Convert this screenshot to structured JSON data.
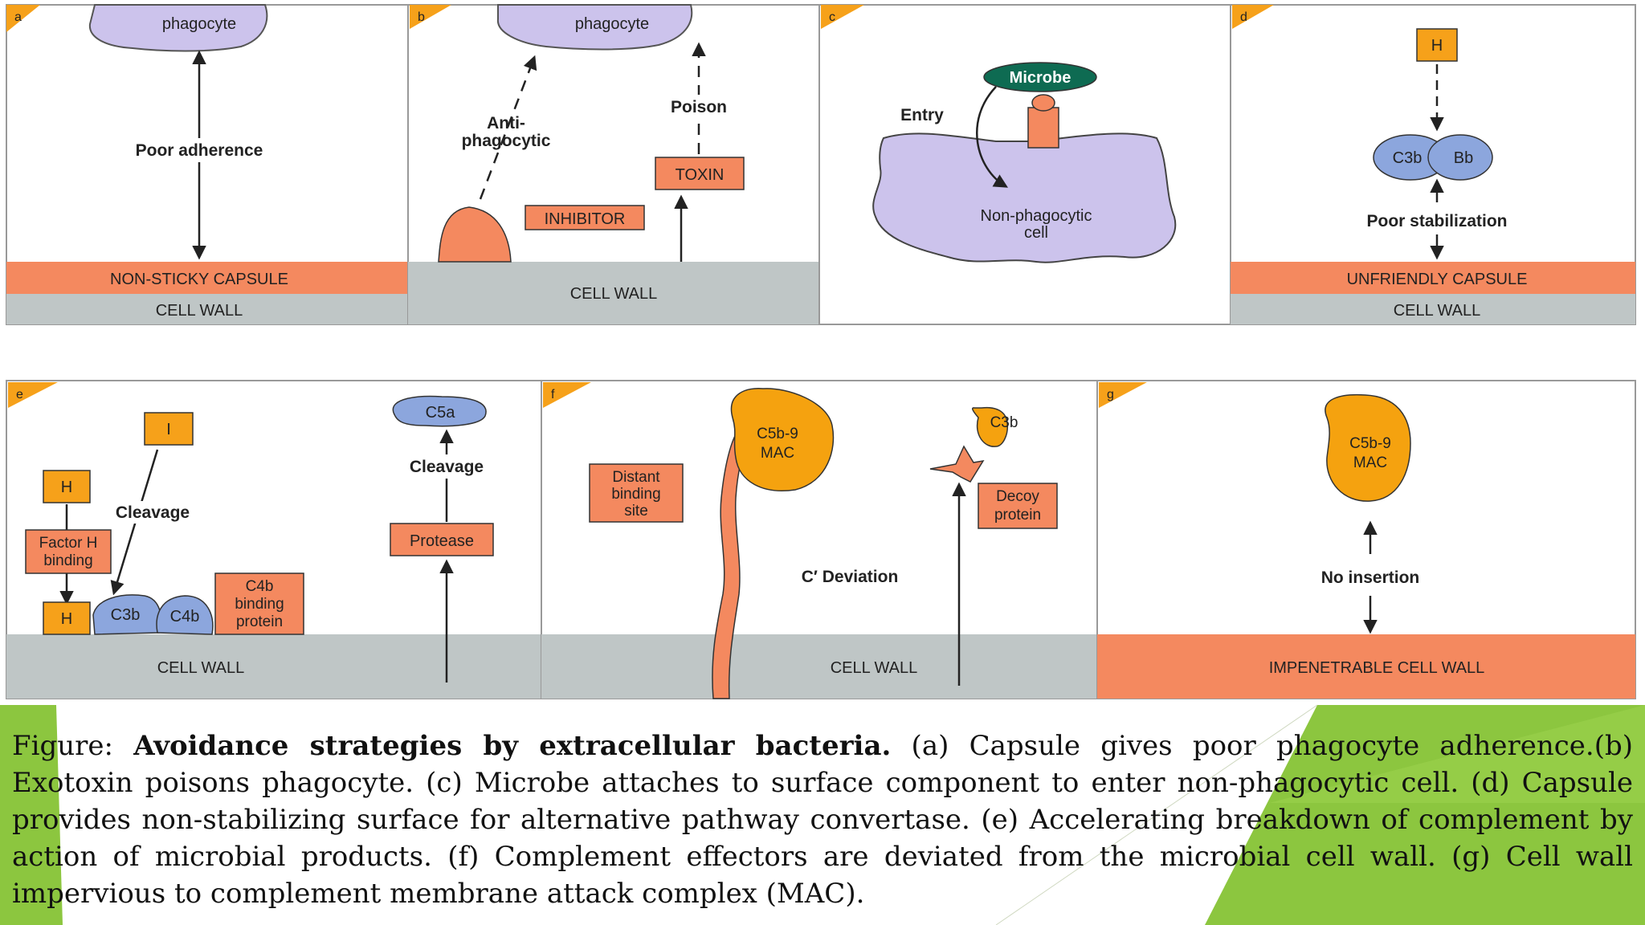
{
  "panels": {
    "a": {
      "letter": "a",
      "phagocyte": "phagocyte",
      "poor_adherence": "Poor adherence",
      "capsule": "NON-STICKY CAPSULE",
      "cell_wall": "CELL WALL"
    },
    "b": {
      "letter": "b",
      "phagocyte": "phagocyte",
      "anti_1": "Anti-",
      "anti_2": "phagocytic",
      "poison": "Poison",
      "toxin": "TOXIN",
      "inhibitor": "INHIBITOR",
      "cell_wall": "CELL WALL"
    },
    "c": {
      "letter": "c",
      "microbe": "Microbe",
      "entry": "Entry",
      "nonphago_1": "Non-phagocytic",
      "nonphago_2": "cell"
    },
    "d": {
      "letter": "d",
      "h": "H",
      "c3b": "C3b",
      "bb": "Bb",
      "poor_stabilization": "Poor stabilization",
      "capsule": "UNFRIENDLY CAPSULE",
      "cell_wall": "CELL WALL"
    },
    "e": {
      "letter": "e",
      "i": "I",
      "h_top": "H",
      "h_bottom": "H",
      "cleavage_left": "Cleavage",
      "factor_h_1": "Factor H",
      "factor_h_2": "binding",
      "c3b": "C3b",
      "c4b": "C4b",
      "c4bbp_1": "C4b",
      "c4bbp_2": "binding",
      "c4bbp_3": "protein",
      "c5a": "C5a",
      "cleavage_right": "Cleavage",
      "protease": "Protease",
      "cell_wall": "CELL WALL"
    },
    "f": {
      "letter": "f",
      "distant_1": "Distant",
      "distant_2": "binding",
      "distant_3": "site",
      "mac_1": "C5b-9",
      "mac_2": "MAC",
      "c3b": "C3b",
      "decoy_1": "Decoy",
      "decoy_2": "protein",
      "deviation": "C′ Deviation",
      "cell_wall": "CELL WALL"
    },
    "g": {
      "letter": "g",
      "mac_1": "C5b-9",
      "mac_2": "MAC",
      "no_insertion": "No insertion",
      "wall": "IMPENETRABLE CELL WALL"
    }
  },
  "caption": {
    "prefix": "Figure: ",
    "title": "Avoidance strategies by extracellular bacteria.",
    "body": " (a) Capsule gives poor phagocyte adherence.(b) Exotoxin poisons phagocyte. (c) Microbe attaches to surface component to enter non-phagocytic cell. (d) Capsule provides non-stabilizing surface for alternative pathway convertase. (e) Accelerating breakdown of complement by action of microbial products. (f) Complement effectors are deviated from the microbial cell wall. (g) Cell wall impervious to complement membrane attack complex (MAC)."
  },
  "colors": {
    "capsule": "#f4895f",
    "wall": "#bfc6c6",
    "phagocyte": "#ccc3ec",
    "complement": "#8ca6dd",
    "mac": "#f5a20f",
    "tag": "#f6a11a",
    "microbe": "#0e6b52",
    "green": "#8cc63f"
  }
}
